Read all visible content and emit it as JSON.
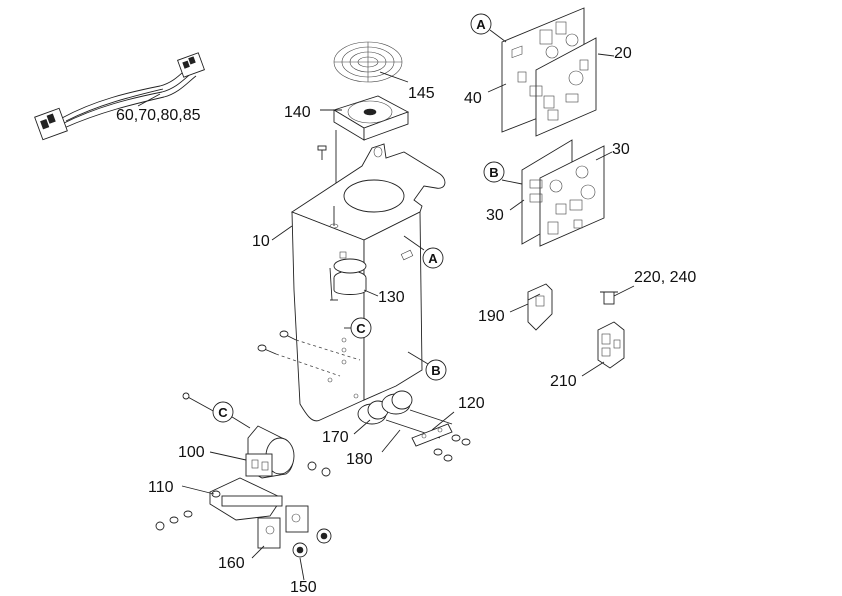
{
  "part_labels": {
    "p60_85": "60,70,80,85",
    "p145": "145",
    "p140": "140",
    "p10": "10",
    "p130": "130",
    "p100": "100",
    "p110": "110",
    "p120": "120",
    "p170": "170",
    "p180": "180",
    "p160": "160",
    "p150": "150",
    "p40": "40",
    "p20": "20",
    "p30_top": "30",
    "p30_left": "30",
    "p190": "190",
    "p220_240": "220, 240",
    "p210": "210"
  },
  "reference_markers": {
    "a_top": "A",
    "a_frame": "A",
    "b_top": "B",
    "b_frame": "B",
    "c_frame": "C",
    "c_bracket": "C"
  }
}
